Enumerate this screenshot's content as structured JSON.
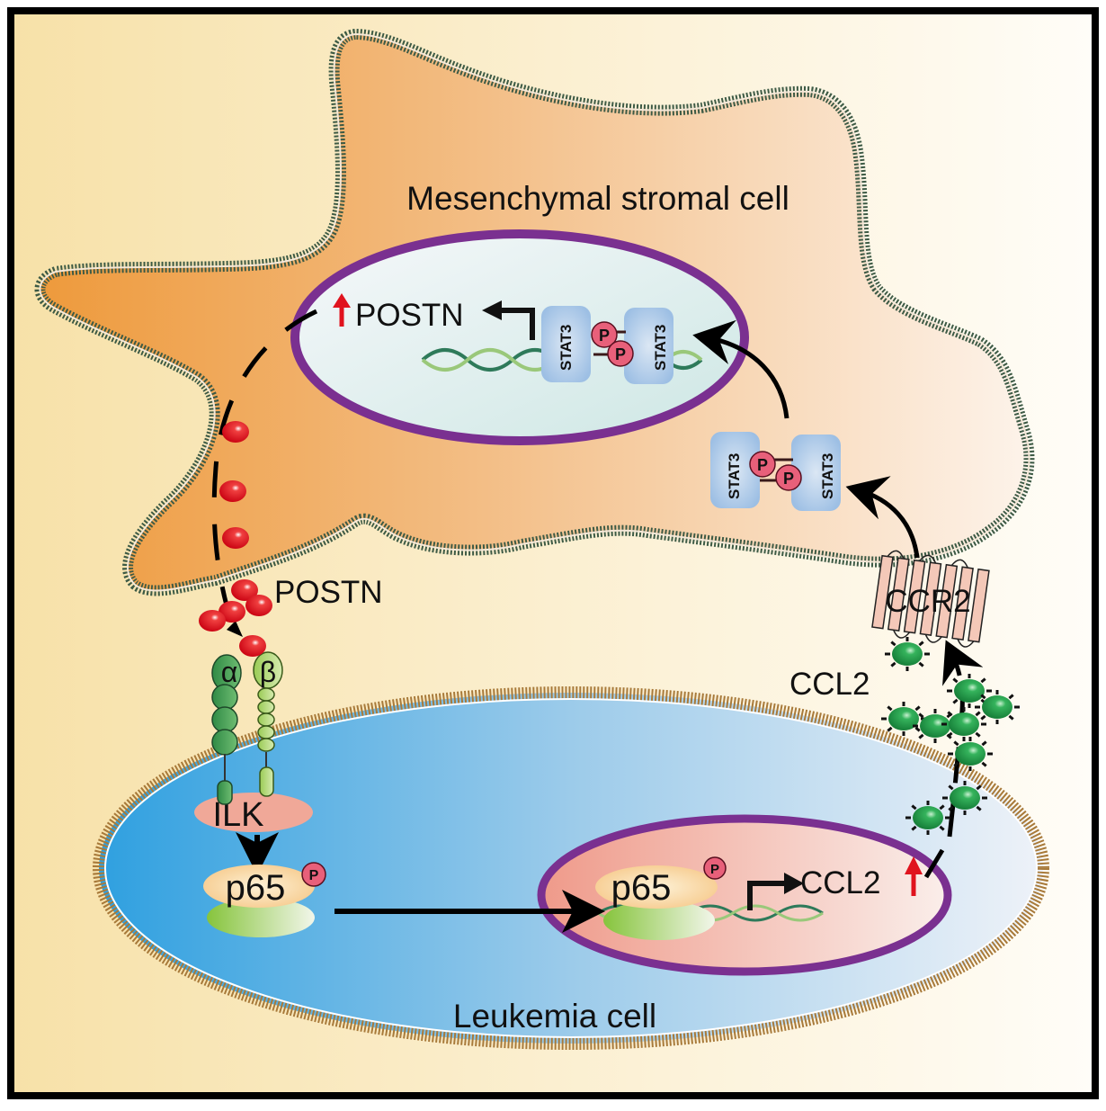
{
  "figure": {
    "title": "POSTN–CCL2 crosstalk between mesenchymal stromal cell and leukemia cell",
    "colors": {
      "frame": "#000000",
      "background_left": "#f7e1a8",
      "background_right": "#fffdf8",
      "stromal_cytoplasm_left": "#ee9a3c",
      "stromal_cytoplasm_right": "#fdf3ea",
      "stromal_membrane": "#3d5a45",
      "nuclear_envelope": "#7a3090",
      "stromal_nucleus": "#d7ecea",
      "leukemia_cytoplasm_left": "#2fa0e0",
      "leukemia_cytoplasm_right": "#eef2f8",
      "leukemia_membrane": "#a87a3a",
      "leukemia_nucleus_left": "#ef9a8a",
      "leukemia_nucleus_right": "#faeeea",
      "postn_protein": "#e0131e",
      "ccl2_protein": "#1f9a48",
      "stat3": "#a9c6e6",
      "phospho": "#e8607a",
      "up_arrow": "#e0131e",
      "ilk": "#f0a898",
      "ccr2": "#f4c8b8"
    }
  },
  "stromal_cell": {
    "label": "Mesenchymal stromal cell",
    "nucleus": {
      "gene_label": "POSTN",
      "up_arrow_icon": "up-arrow",
      "stat3_dimer": {
        "left": "STAT3",
        "right": "STAT3",
        "phospho_left": "P",
        "phospho_right": "P"
      }
    },
    "cytoplasm_stat3_dimer": {
      "left": "STAT3",
      "right": "STAT3",
      "phospho_left": "P",
      "phospho_right": "P"
    },
    "receptor": {
      "label": "CCR2"
    }
  },
  "secreted": {
    "postn_label": "POSTN",
    "ccl2_label": "CCL2"
  },
  "leukemia_cell": {
    "label": "Leukemia cell",
    "integrin": {
      "alpha": "α",
      "beta": "β"
    },
    "kinase": "ILK",
    "cytoplasm_p65": {
      "label": "p65",
      "phospho": "P"
    },
    "nucleus": {
      "p65": {
        "label": "p65",
        "phospho": "P"
      },
      "gene_label": "CCL2",
      "up_arrow_icon": "up-arrow"
    }
  }
}
